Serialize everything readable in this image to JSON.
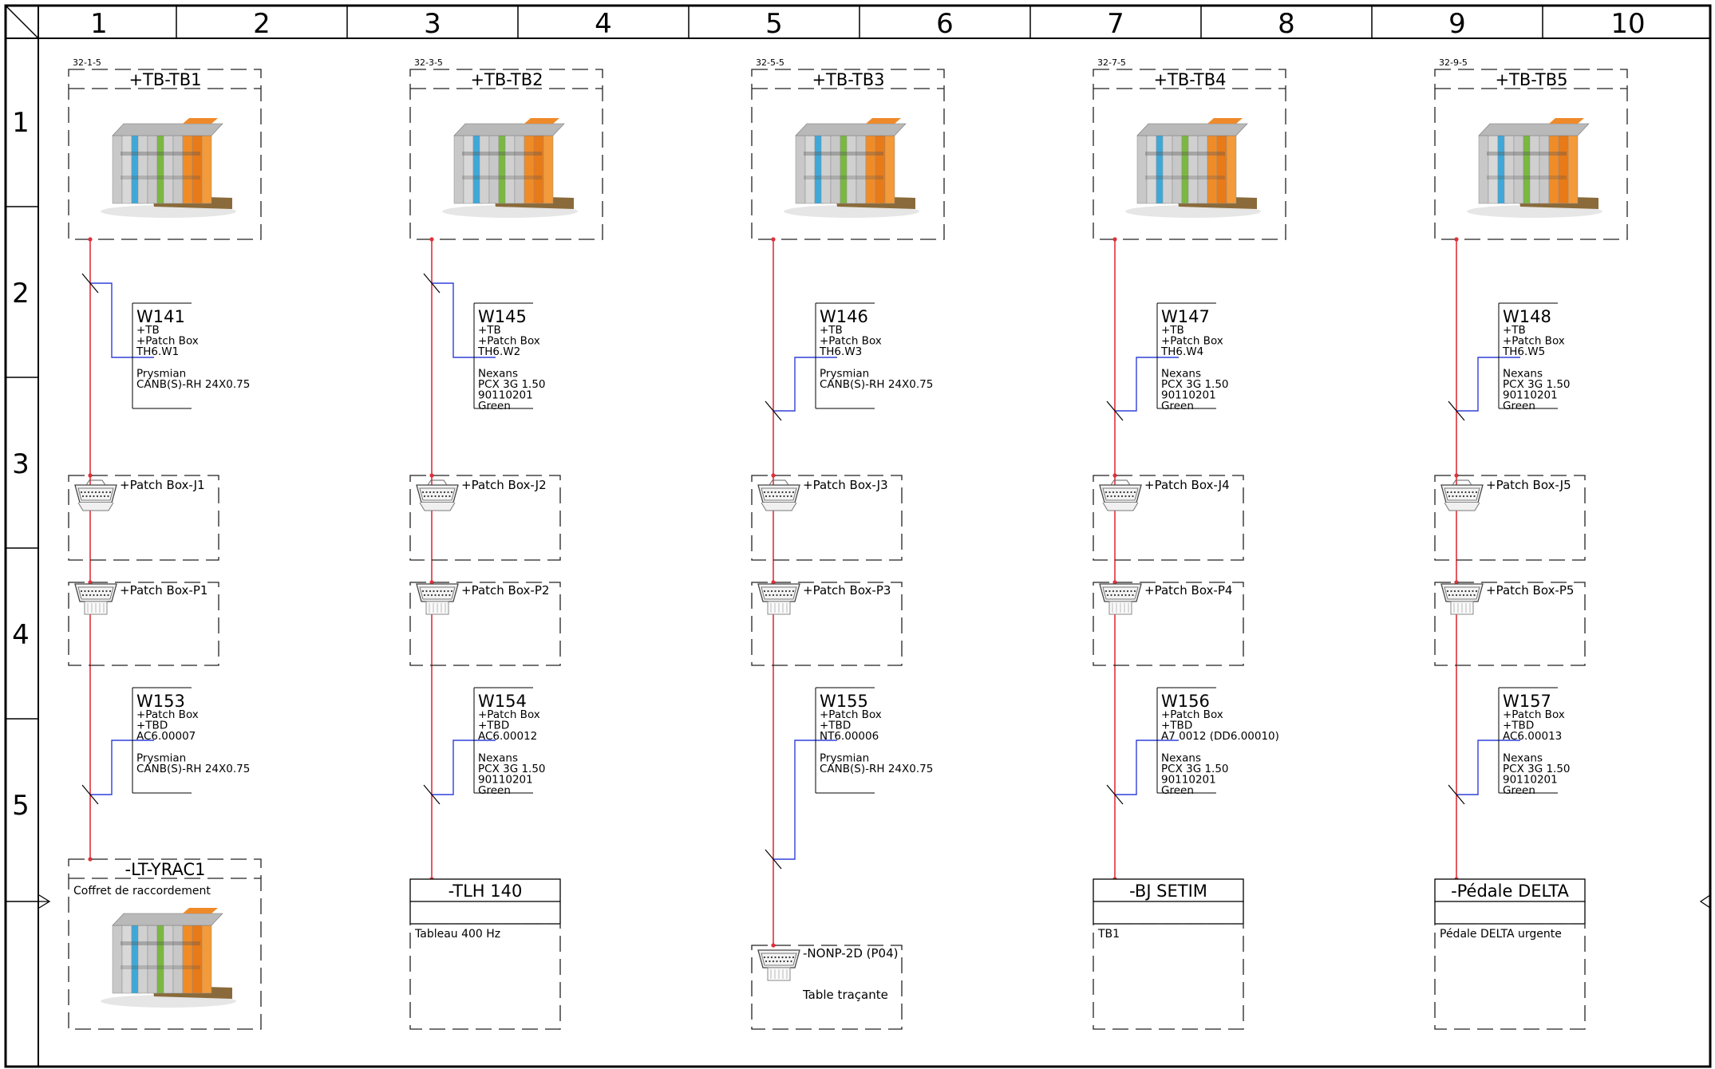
{
  "frame": {
    "columns": [
      "1",
      "2",
      "3",
      "4",
      "5",
      "6",
      "7",
      "8",
      "9",
      "10"
    ],
    "rows": [
      "1",
      "2",
      "3",
      "4",
      "5"
    ]
  },
  "colors": {
    "frame": "#000000",
    "wire": "#e0303a",
    "cable": "#3040d8",
    "dash": "#222222"
  },
  "icons": {
    "terminal": "terminal-block-icon",
    "connector_female": "db-connector-female-icon",
    "connector_male": "db-connector-male-icon"
  },
  "circuits": [
    {
      "tb": {
        "ref": "32-1-5",
        "tag": "+TB-TB1"
      },
      "cable_top": {
        "name": "W141",
        "lines": [
          "+TB",
          "+Patch Box",
          "TH6.W1",
          "",
          "Prysmian",
          "CANB(S)-RH 24X0.75"
        ]
      },
      "jack": {
        "tag": "+Patch Box-J1"
      },
      "plug": {
        "tag": "+Patch Box-P1"
      },
      "cable_bottom": {
        "name": "W153",
        "lines": [
          "+Patch Box",
          "+TBD",
          "AC6.00007",
          "",
          "Prysmian",
          "CANB(S)-RH 24X0.75"
        ]
      },
      "target": {
        "kind": "terminal",
        "tag": "-LT-YRAC1",
        "desc": "Coffret de raccordement"
      }
    },
    {
      "tb": {
        "ref": "32-3-5",
        "tag": "+TB-TB2"
      },
      "cable_top": {
        "name": "W145",
        "lines": [
          "+TB",
          "+Patch Box",
          "TH6.W2",
          "",
          "Nexans",
          "PCX 3G 1.50",
          "90110201",
          "Green"
        ]
      },
      "jack": {
        "tag": "+Patch Box-J2"
      },
      "plug": {
        "tag": "+Patch Box-P2"
      },
      "cable_bottom": {
        "name": "W154",
        "lines": [
          "+Patch Box",
          "+TBD",
          "AC6.00012",
          "",
          "Nexans",
          "PCX 3G 1.50",
          "90110201",
          "Green"
        ]
      },
      "target": {
        "kind": "box",
        "tag": "-TLH 140",
        "desc": "Tableau 400 Hz"
      }
    },
    {
      "tb": {
        "ref": "32-5-5",
        "tag": "+TB-TB3"
      },
      "cable_top": {
        "name": "W146",
        "lines": [
          "+TB",
          "+Patch Box",
          "TH6.W3",
          "",
          "Prysmian",
          "CANB(S)-RH 24X0.75"
        ]
      },
      "jack": {
        "tag": "+Patch Box-J3"
      },
      "plug": {
        "tag": "+Patch Box-P3"
      },
      "cable_bottom": {
        "name": "W155",
        "lines": [
          "+Patch Box",
          "+TBD",
          "NT6.00006",
          "",
          "Prysmian",
          "CANB(S)-RH 24X0.75"
        ]
      },
      "target": {
        "kind": "connector",
        "tag": "-NONP-2D (P04)",
        "desc": "Table traçante"
      }
    },
    {
      "tb": {
        "ref": "32-7-5",
        "tag": "+TB-TB4"
      },
      "cable_top": {
        "name": "W147",
        "lines": [
          "+TB",
          "+Patch Box",
          "TH6.W4",
          "",
          "Nexans",
          "PCX 3G 1.50",
          "90110201",
          "Green"
        ]
      },
      "jack": {
        "tag": "+Patch Box-J4"
      },
      "plug": {
        "tag": "+Patch Box-P4"
      },
      "cable_bottom": {
        "name": "W156",
        "lines": [
          "+Patch Box",
          "+TBD",
          "A7 0012 (DD6.00010)",
          "",
          "Nexans",
          "PCX 3G 1.50",
          "90110201",
          "Green"
        ]
      },
      "target": {
        "kind": "box",
        "tag": "-BJ SETIM",
        "desc": "TB1"
      }
    },
    {
      "tb": {
        "ref": "32-9-5",
        "tag": "+TB-TB5"
      },
      "cable_top": {
        "name": "W148",
        "lines": [
          "+TB",
          "+Patch Box",
          "TH6.W5",
          "",
          "Nexans",
          "PCX 3G 1.50",
          "90110201",
          "Green"
        ]
      },
      "jack": {
        "tag": "+Patch Box-J5"
      },
      "plug": {
        "tag": "+Patch Box-P5"
      },
      "cable_bottom": {
        "name": "W157",
        "lines": [
          "+Patch Box",
          "+TBD",
          "AC6.00013",
          "",
          "Nexans",
          "PCX 3G 1.50",
          "90110201",
          "Green"
        ]
      },
      "target": {
        "kind": "box",
        "tag": "-Pédale DELTA",
        "desc": "Pédale DELTA urgente"
      }
    }
  ]
}
